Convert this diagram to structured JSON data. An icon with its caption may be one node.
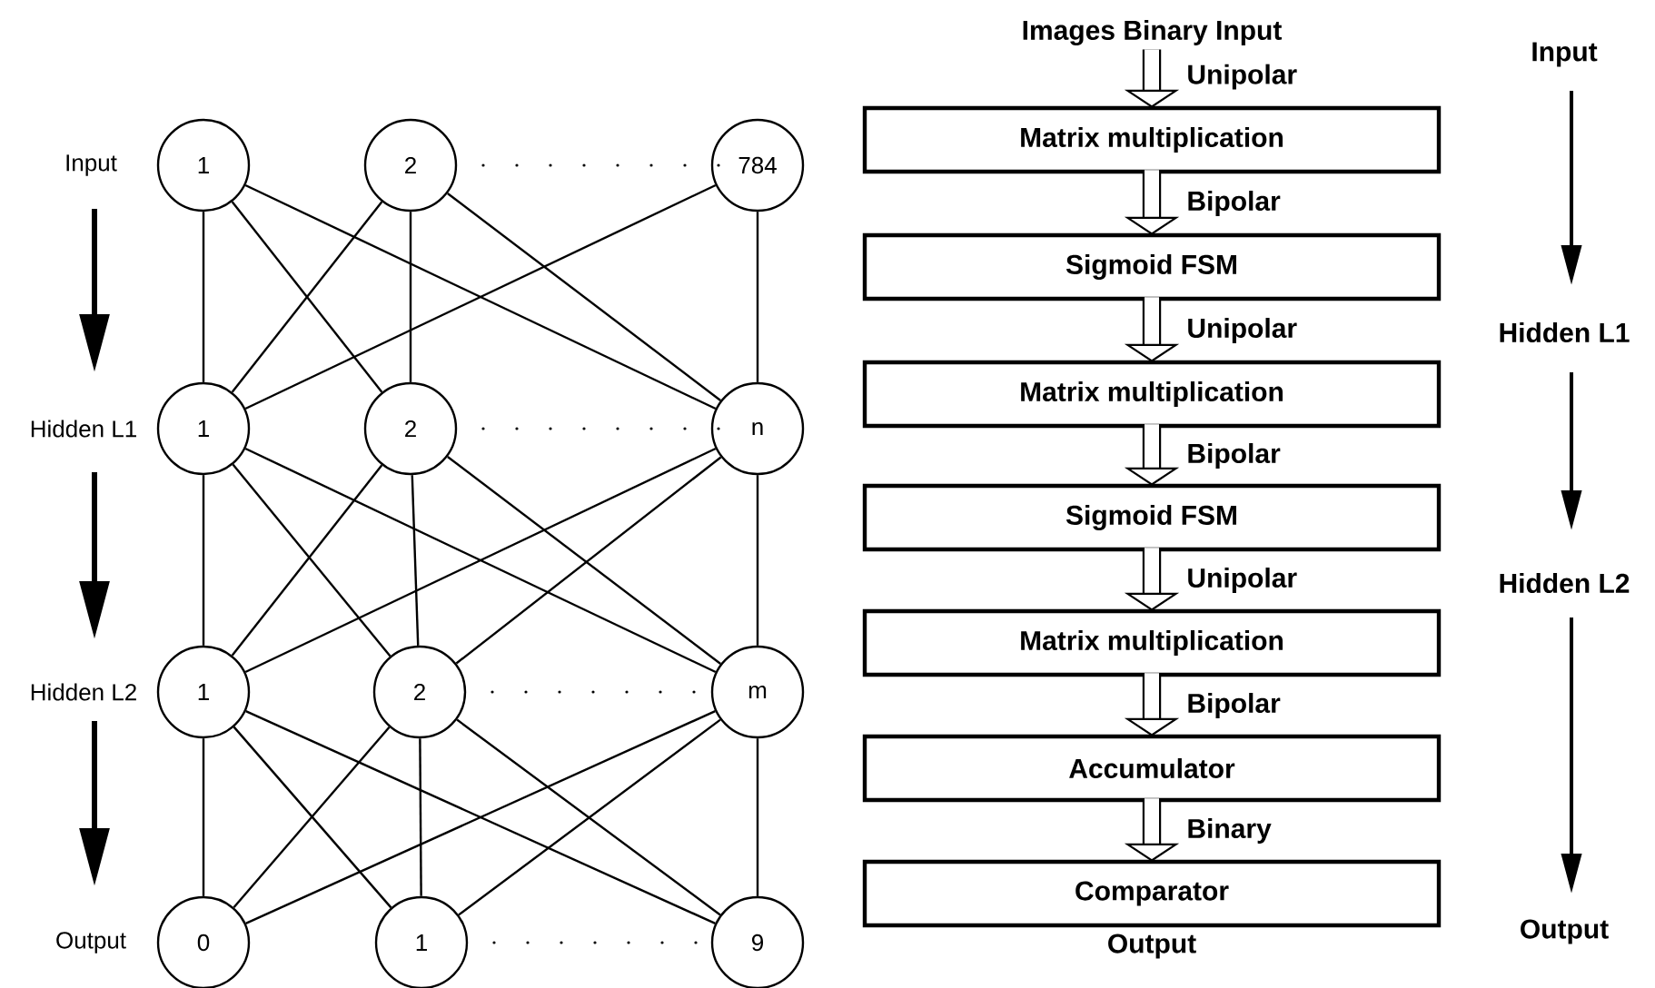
{
  "diagram": {
    "nodes": [
      {
        "text": [
          "1"
        ]
      },
      {
        "text": [
          "2"
        ]
      },
      {
        "text": [
          "784"
        ]
      },
      {
        "text": [
          "1"
        ]
      },
      {
        "text": [
          "2"
        ]
      },
      {
        "text": [
          "n"
        ]
      },
      {
        "text": [
          "1"
        ]
      },
      {
        "text": [
          "2"
        ]
      },
      {
        "text": [
          "m"
        ]
      },
      {
        "text": [
          "0"
        ]
      },
      {
        "text": [
          "1"
        ]
      },
      {
        "text": [
          "9"
        ]
      },
      {
        "text": [
          "Images Binary Input"
        ]
      },
      {
        "text": [
          "Matrix multiplication"
        ]
      },
      {
        "text": [
          "Sigmoid FSM"
        ]
      },
      {
        "text": [
          "Matrix multiplication"
        ]
      },
      {
        "text": [
          "Sigmoid FSM"
        ]
      },
      {
        "text": [
          "Matrix multiplication"
        ]
      },
      {
        "text": [
          "Accumulator"
        ]
      },
      {
        "text": [
          "Comparator"
        ],
        "beside": [
          "Output"
        ]
      }
    ],
    "edges": [
      {
        "from": 0,
        "to": 3,
        "arrow": "none"
      },
      {
        "from": 0,
        "to": 4,
        "arrow": "none"
      },
      {
        "from": 0,
        "to": 5,
        "arrow": "none"
      },
      {
        "from": 1,
        "to": 3,
        "arrow": "none"
      },
      {
        "from": 1,
        "to": 4,
        "arrow": "none"
      },
      {
        "from": 1,
        "to": 5,
        "arrow": "none"
      },
      {
        "from": 2,
        "to": 3,
        "arrow": "none"
      },
      {
        "from": 2,
        "to": 5,
        "arrow": "none"
      },
      {
        "from": 3,
        "to": 6,
        "arrow": "none"
      },
      {
        "from": 3,
        "to": 7,
        "arrow": "none"
      },
      {
        "from": 3,
        "to": 8,
        "arrow": "none"
      },
      {
        "from": 4,
        "to": 6,
        "arrow": "none"
      },
      {
        "from": 4,
        "to": 7,
        "arrow": "none"
      },
      {
        "from": 4,
        "to": 8,
        "arrow": "none"
      },
      {
        "from": 5,
        "to": 6,
        "arrow": "none"
      },
      {
        "from": 5,
        "to": 7,
        "arrow": "none"
      },
      {
        "from": 5,
        "to": 8,
        "arrow": "none"
      },
      {
        "from": 6,
        "to": 9,
        "arrow": "none"
      },
      {
        "from": 6,
        "to": 10,
        "arrow": "none"
      },
      {
        "from": 6,
        "to": 11,
        "arrow": "none"
      },
      {
        "from": 7,
        "to": 9,
        "arrow": "none"
      },
      {
        "from": 7,
        "to": 10,
        "arrow": "none"
      },
      {
        "from": 7,
        "to": 11,
        "arrow": "none"
      },
      {
        "from": 8,
        "to": 9,
        "arrow": "none"
      },
      {
        "from": 8,
        "to": 10,
        "arrow": "none"
      },
      {
        "from": 8,
        "to": 11,
        "arrow": "none"
      },
      {
        "from": 12,
        "to": 13,
        "arrow": "to",
        "label": "Unipolar",
        "style": "thick"
      },
      {
        "from": 13,
        "to": 14,
        "arrow": "to",
        "label": "Bipolar",
        "style": "thick"
      },
      {
        "from": 14,
        "to": 15,
        "arrow": "to",
        "label": "Unipolar",
        "style": "thick"
      },
      {
        "from": 15,
        "to": 16,
        "arrow": "to",
        "label": "Bipolar",
        "style": "thick"
      },
      {
        "from": 16,
        "to": 17,
        "arrow": "to",
        "label": "Unipolar",
        "style": "thick"
      },
      {
        "from": 17,
        "to": 18,
        "arrow": "to",
        "label": "Bipolar",
        "style": "thick"
      },
      {
        "from": 18,
        "to": 19,
        "arrow": "to",
        "label": "Binary",
        "style": "thick"
      }
    ],
    "labels": [
      "Input",
      "Hidden L1",
      "Hidden L2",
      "Output",
      "Input",
      "Hidden L1",
      "Hidden L2",
      "Output"
    ]
  }
}
